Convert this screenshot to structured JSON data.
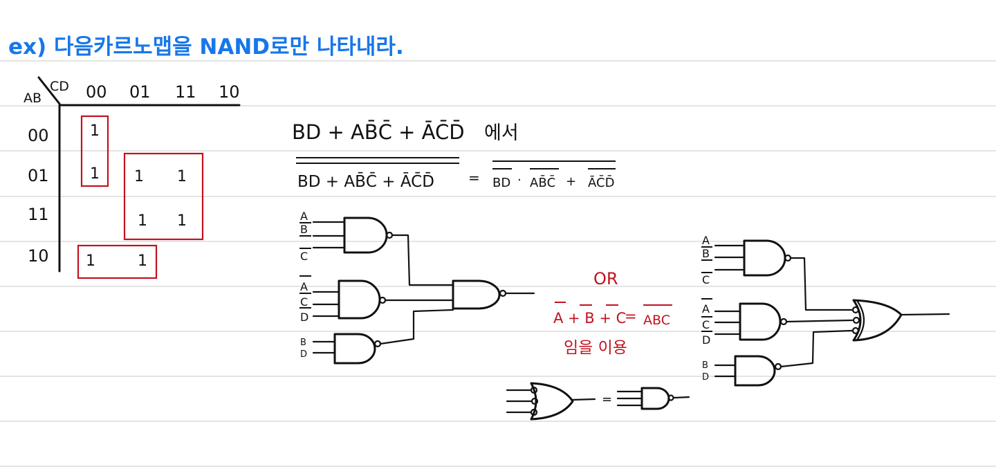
{
  "title": "ex) 다음카르노맵을 NAND로만 나타내라.",
  "kmap": {
    "row_var": "AB",
    "col_var": "CD",
    "col_headers": [
      "00",
      "01",
      "11",
      "10"
    ],
    "row_headers": [
      "00",
      "01",
      "11",
      "10"
    ],
    "ones": [
      "1",
      "1",
      "1",
      "1",
      "1",
      "1",
      "1",
      "1"
    ]
  },
  "expr": {
    "sop": "BD + AB̄C̄ + ĀC̄D̄",
    "suffix": "에서",
    "left": "BD + AB̄C̄ + ĀC̄D̄",
    "equals": "=",
    "right_t1": "BD",
    "right_dot": "·",
    "right_t2": "AB̄C̄",
    "right_plus": "+",
    "right_t3": "ĀC̄D̄"
  },
  "circuit1": {
    "g1_inputs": [
      "A",
      "B",
      "C"
    ],
    "g2_inputs": [
      "A",
      "C",
      "D"
    ],
    "g3_inputs": [
      "B",
      "D"
    ]
  },
  "note": {
    "or": "OR",
    "identity_lhs": "A + B + C",
    "identity_eq": "=",
    "identity_rhs": "ABC",
    "text": "임을 이용"
  },
  "circuit2": {
    "g1_inputs": [
      "A",
      "B",
      "C"
    ],
    "g2_inputs": [
      "A",
      "C",
      "D"
    ],
    "g3_inputs": [
      "B",
      "D"
    ]
  },
  "equivalence": {
    "equals": "="
  },
  "colors": {
    "title": "#1877e8",
    "ink": "#111111",
    "group_box": "#c1121f",
    "ruled_line": "#d3d3d3"
  }
}
